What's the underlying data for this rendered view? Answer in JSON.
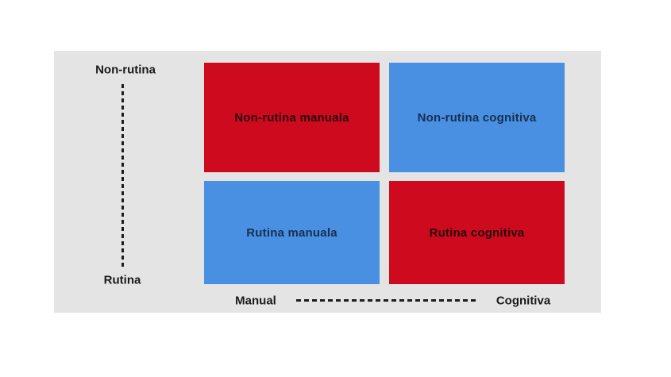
{
  "diagram": {
    "type": "quadrant-matrix",
    "axes": {
      "y_top_label": "Non-rutina",
      "y_bottom_label": "Rutina",
      "x_left_label": "Manual",
      "x_right_label": "Cognitiva"
    },
    "quadrants": [
      {
        "position": "top-left",
        "label": "Non-rutina manuala",
        "color": "red"
      },
      {
        "position": "top-right",
        "label": "Non-rutina cognitiva",
        "color": "blue"
      },
      {
        "position": "bottom-left",
        "label": "Rutina manuala",
        "color": "blue"
      },
      {
        "position": "bottom-right",
        "label": "Rutina cognitiva",
        "color": "red"
      }
    ]
  },
  "colors": {
    "red": "#CE0A1E",
    "blue": "#4A90E2",
    "red_text": "#26090C",
    "blue_text": "#17304F",
    "axis_text": "#1A1A1A",
    "panel_bg": "#E4E4E4",
    "page_bg": "#FFFFFF",
    "dash": "#1D1D1D"
  }
}
